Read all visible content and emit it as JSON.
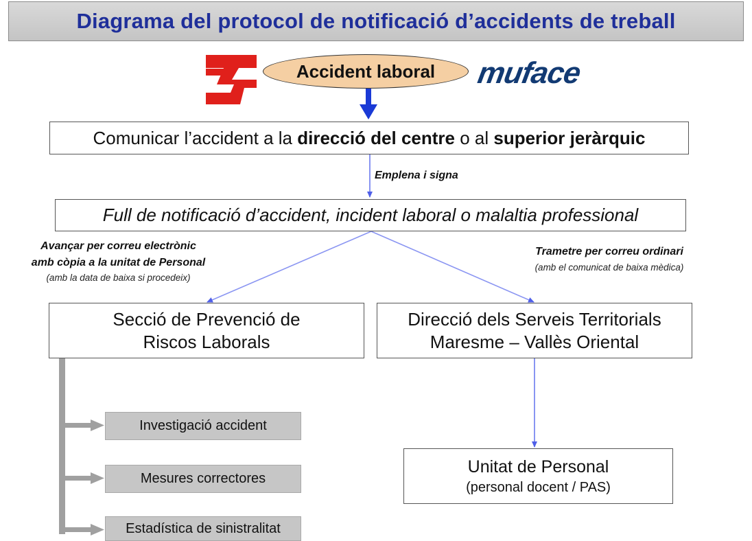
{
  "title": "Diagrama del protocol de notificació d’accidents de treball",
  "logos": {
    "left_logo": "red-stylized-logo",
    "right_logo": "muface"
  },
  "start": "Accident laboral",
  "step1": {
    "before": "Comunicar l’accident a la ",
    "bold1": "direcció del centre",
    "middle": " o al ",
    "bold2": "superior jeràrquic"
  },
  "label_fill": "Emplena i signa",
  "step2": "Full de notificació d’accident, incident laboral o malaltia professional",
  "left_branch": {
    "line1": "Avançar per correu electrònic",
    "line2": "amb còpia a la unitat de Personal",
    "note": "(amb la data de baixa si procedeix)"
  },
  "right_branch": {
    "line1": "Trametre per correu ordinari",
    "note": "(amb el comunicat de baixa mèdica)"
  },
  "left_box": {
    "line1": "Secció de Prevenció de",
    "line2": "Riscos Laborals"
  },
  "right_box": {
    "line1": "Direcció dels Serveis Territorials",
    "line2": "Maresme – Vallès Oriental"
  },
  "actions": [
    "Investigació accident",
    "Mesures correctores",
    "Estadística de sinistralitat"
  ],
  "final_box": {
    "line1": "Unitat de Personal",
    "line2": "(personal docent / PAS)"
  },
  "colors": {
    "title": "#1f2f9a",
    "arrow_main": "#1a3ad6",
    "arrow_thin": "#6070ee",
    "grey_arrow": "#a0a0a0",
    "ellipse": "#f5cfa3",
    "logo_red": "#e0201b",
    "muface": "#123a73"
  }
}
